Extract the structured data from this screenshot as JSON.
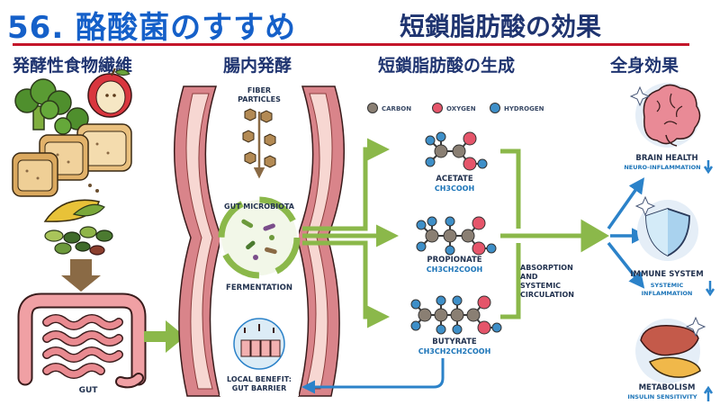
{
  "title": {
    "main": "56. 酪酸菌のすすめ",
    "sub": "短鎖脂肪酸の効果"
  },
  "stages": [
    "発酵性食物繊維",
    "腸内発酵",
    "短鎖脂肪酸の生成",
    "全身効果"
  ],
  "legend": {
    "carbon": "CARBON",
    "oxygen": "OXYGEN",
    "hydrogen": "HYDROGEN"
  },
  "gut": {
    "fiber_line1": "FIBER",
    "fiber_line2": "PARTICLES",
    "microbiota": "GUT MICROBIOTA",
    "fermentation": "FERMENTATION",
    "gut_label": "GUT",
    "local_line1": "LOCAL BENEFIT:",
    "local_line2": "GUT BARRIER"
  },
  "acids": [
    {
      "name": "ACETATE",
      "formula": "CH3COOH"
    },
    {
      "name": "PROPIONATE",
      "formula": "CH3CH2COOH"
    },
    {
      "name": "BUTYRATE",
      "formula": "CH3CH2CH2COOH"
    }
  ],
  "absorption": [
    "ABSORPTION",
    "AND",
    "SYSTEMIC",
    "CIRCULATION"
  ],
  "effects": [
    {
      "name": "BRAIN HEALTH",
      "detail": "NEURO-INFLAMMATION",
      "direction": "down"
    },
    {
      "name": "IMMUNE SYSTEM",
      "detail_line1": "SYSTEMIC",
      "detail_line2": "INFLAMMATION",
      "direction": "down"
    },
    {
      "name": "METABOLISM",
      "detail": "INSULIN SENSITIVITY",
      "direction": "up"
    }
  ],
  "colors": {
    "title_blue": "#1560c9",
    "heading_navy": "#1f3470",
    "accent_red": "#c4162a",
    "arrow_green": "#8bb84a",
    "arrow_blue": "#2b82c9",
    "carbon": "#8a7f73",
    "oxygen": "#e5556a",
    "hydrogen": "#3e8fc8"
  }
}
